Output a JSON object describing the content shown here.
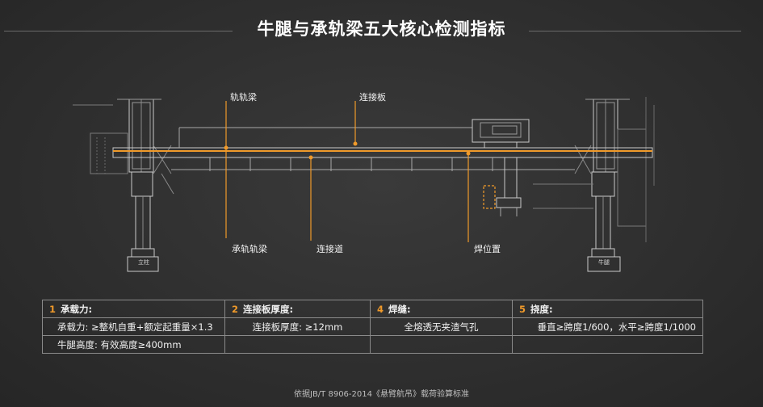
{
  "title": "牛腿与承轨梁五大核心检测指标",
  "callouts": {
    "rail_beam": "轨轨梁",
    "connecting_plate": "连接板",
    "bearing_rail_beam": "承轨轨梁",
    "connecting_way": "连接道",
    "weld_position": "焊位置"
  },
  "column_labels": {
    "left": "立柱",
    "right": "牛腿"
  },
  "table": {
    "headers": [
      {
        "num": "1",
        "label": "承载力:"
      },
      {
        "num": "2",
        "label": "连接板厚度:"
      },
      {
        "num": "4",
        "label": "焊缝:"
      },
      {
        "num": "5",
        "label": "挠度:"
      }
    ],
    "row1": [
      "承载力: ≥整机自重+额定起重量×1.3",
      "连接板厚度: ≥12mm",
      "全熔透无夹渣气孔",
      "垂直≥跨度1/600，水平≥跨度1/1000"
    ],
    "row2": [
      "牛腿高度: 有效高度≥400mm",
      "",
      "",
      ""
    ]
  },
  "footnote": "依据JB/T 8906-2014《悬臂航吊》载荷验算标准",
  "colors": {
    "accent": "#f09a2a",
    "line": "#cfcfcf",
    "background": "#2f2f2f"
  }
}
